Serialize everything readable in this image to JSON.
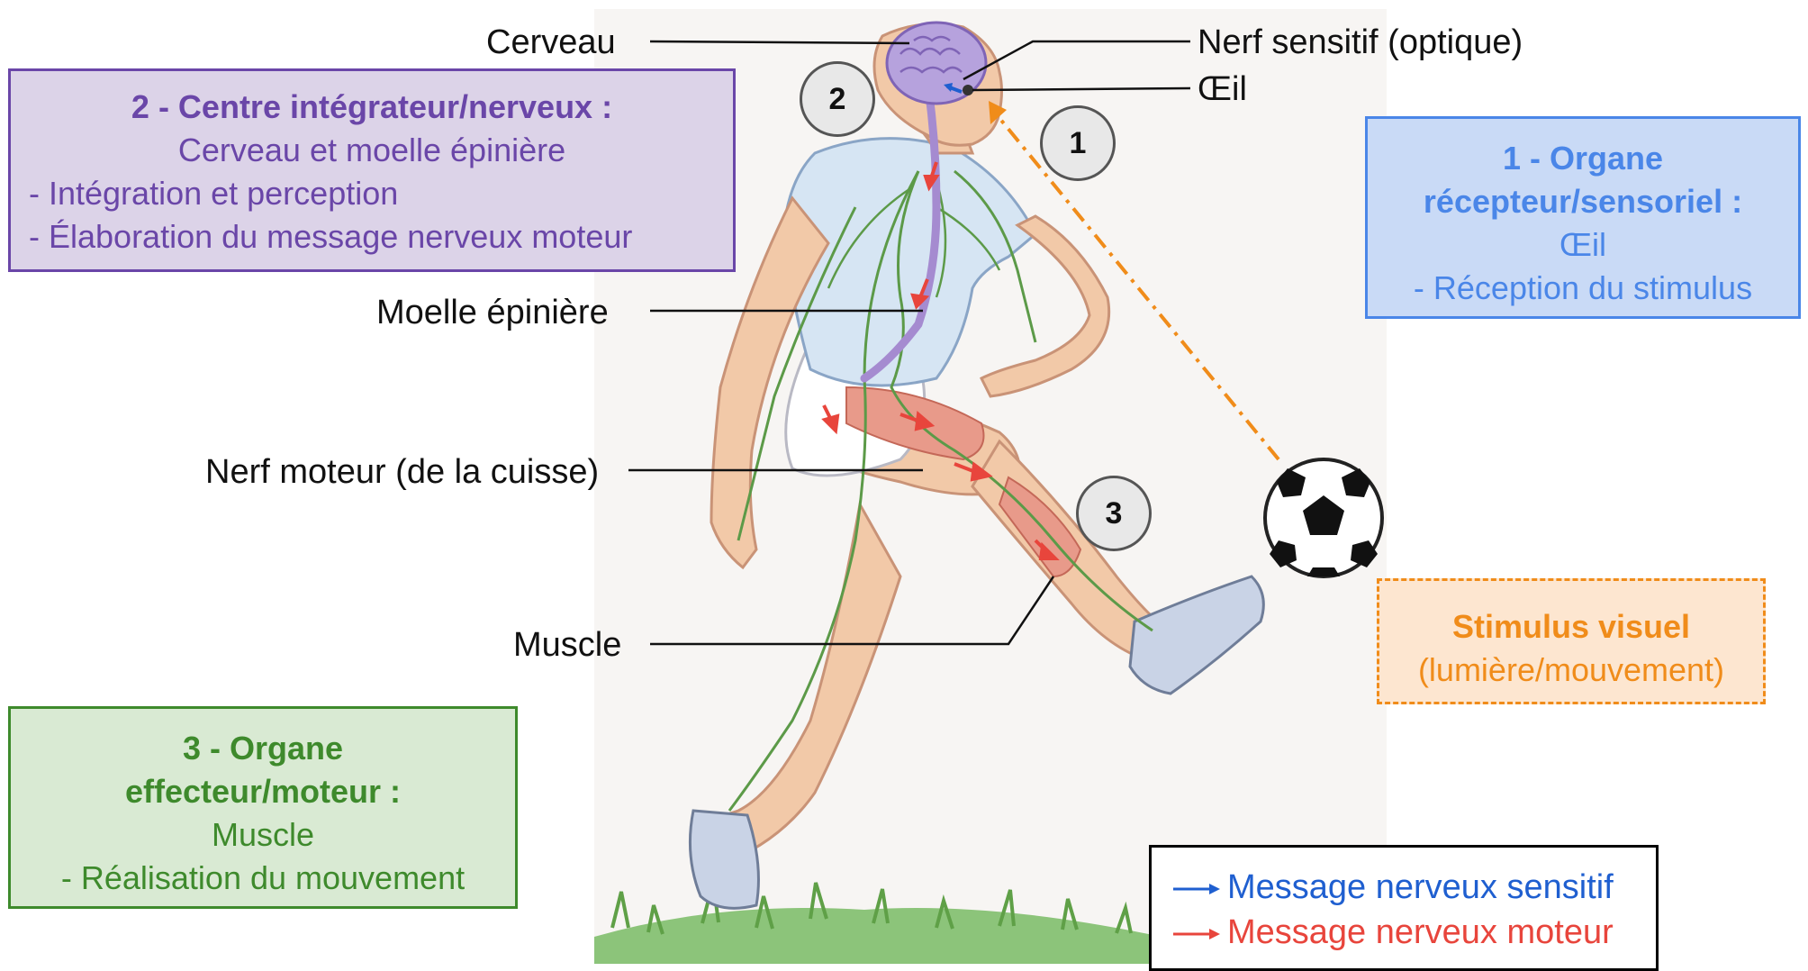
{
  "labels": {
    "cerveau": "Cerveau",
    "nerf_sensitif": "Nerf sensitif (optique)",
    "oeil": "Œil",
    "moelle": "Moelle épinière",
    "nerf_moteur": "Nerf moteur (de la cuisse)",
    "muscle": "Muscle"
  },
  "numbers": {
    "n1": "1",
    "n2": "2",
    "n3": "3"
  },
  "boxes": {
    "centre": {
      "title": "2 - Centre intégrateur/nerveux :",
      "subtitle": "Cerveau et moelle épinière",
      "line1": "- Intégration et perception",
      "line2": "- Élaboration du message nerveux moteur",
      "color": "#6a46a8"
    },
    "recepteur": {
      "title1": "1 - Organe",
      "title2": "récepteur/sensoriel :",
      "subtitle": "Œil",
      "line1": "- Réception du stimulus",
      "color": "#4a86e8"
    },
    "effecteur": {
      "title1": "3 - Organe",
      "title2": "effecteur/moteur :",
      "subtitle": "Muscle",
      "line1": "- Réalisation du mouvement",
      "color": "#3e8a2c"
    },
    "stimulus": {
      "title": "Stimulus visuel",
      "subtitle": "(lumière/mouvement)",
      "color": "#f08c1a"
    }
  },
  "legend": {
    "sensitif": "Message nerveux sensitif",
    "moteur": "Message nerveux moteur",
    "sensitif_color": "#1f5fd0",
    "moteur_color": "#e8453c"
  },
  "icons": [
    "soccer-ball-icon",
    "player-figure",
    "brain-icon",
    "arrow-right-icon"
  ]
}
